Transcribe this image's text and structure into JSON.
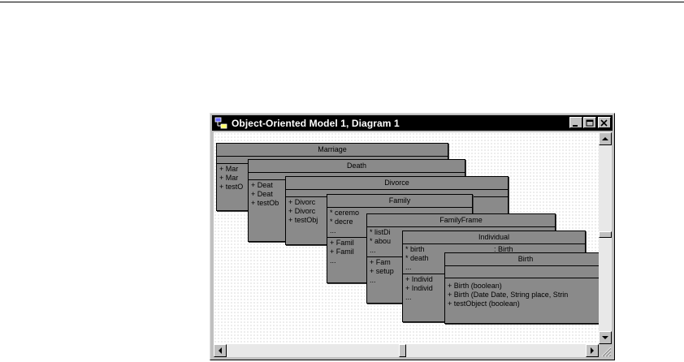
{
  "window": {
    "title": "Object-Oriented Model 1, Diagram 1"
  },
  "classes": [
    {
      "name": "Marriage",
      "methods": [
        "+  Mar",
        "+  Mar",
        "+  testO"
      ]
    },
    {
      "name": "Death",
      "methods": [
        "+  Deat",
        "+  Deat",
        "+  testOb"
      ]
    },
    {
      "name": "Divorce",
      "methods": [
        "+  Divorc",
        "+  Divorc",
        "+  testObj"
      ]
    },
    {
      "name": "Family",
      "attributes": [
        "*  ceremo",
        "*  decre",
        "..."
      ],
      "methods": [
        "+  Famil",
        "+  Famil",
        "..."
      ]
    },
    {
      "name": "FamilyFrame",
      "attributes": [
        "*  listDi",
        "*  abou",
        "..."
      ],
      "methods": [
        "+  Fam",
        "+  setup",
        "..."
      ]
    },
    {
      "name": "Individual",
      "attributes": [
        "*  birth",
        "*  death",
        "..."
      ],
      "attr_type": ": Birth",
      "methods": [
        "+  Individ",
        "+  Individ",
        "..."
      ]
    },
    {
      "name": "Birth",
      "methods": [
        "+  Birth (boolean)",
        "+  Birth (Date Date, String place, Strin",
        "+  testObject (boolean)"
      ]
    }
  ]
}
